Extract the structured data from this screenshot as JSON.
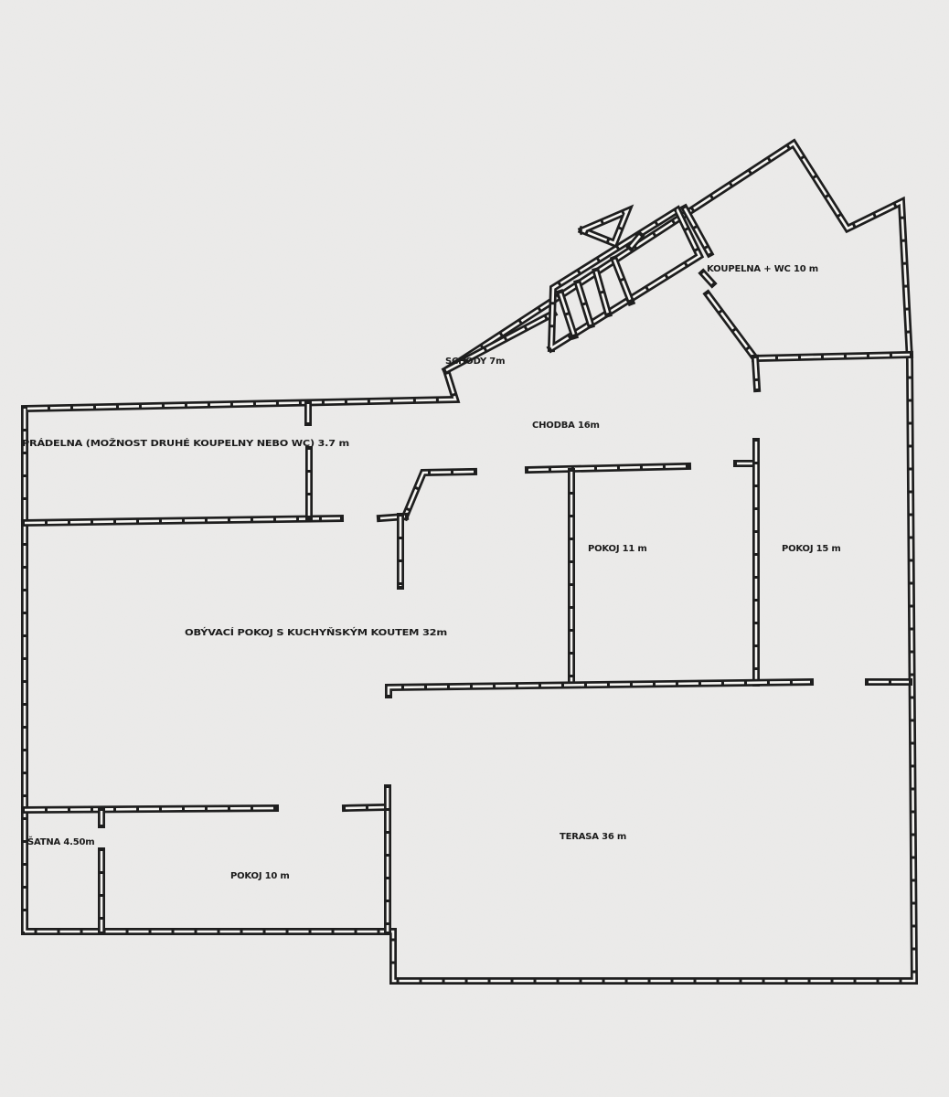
{
  "floor_plan": {
    "rooms": [
      {
        "id": "koupelna",
        "label": "KOUPELNA + WC 10 m"
      },
      {
        "id": "schody",
        "label": "SCHODY 7m"
      },
      {
        "id": "chodba",
        "label": "CHODBA 16m"
      },
      {
        "id": "pradelna",
        "label": "PRÁDELNA (MOŽNOST DRUHÉ KOUPELNY NEBO WC) 3.7 m"
      },
      {
        "id": "pokoj11",
        "label": "POKOJ 11 m"
      },
      {
        "id": "pokoj15",
        "label": "POKOJ 15 m"
      },
      {
        "id": "obyvaci",
        "label": "OBÝVACÍ POKOJ S KUCHYŇSKÝM KOUTEM 32m"
      },
      {
        "id": "satna",
        "label": "ŠATNA 4.50m"
      },
      {
        "id": "terasa",
        "label": "TERASA 36 m"
      },
      {
        "id": "pokoj10",
        "label": "POKOJ 10 m"
      }
    ]
  }
}
